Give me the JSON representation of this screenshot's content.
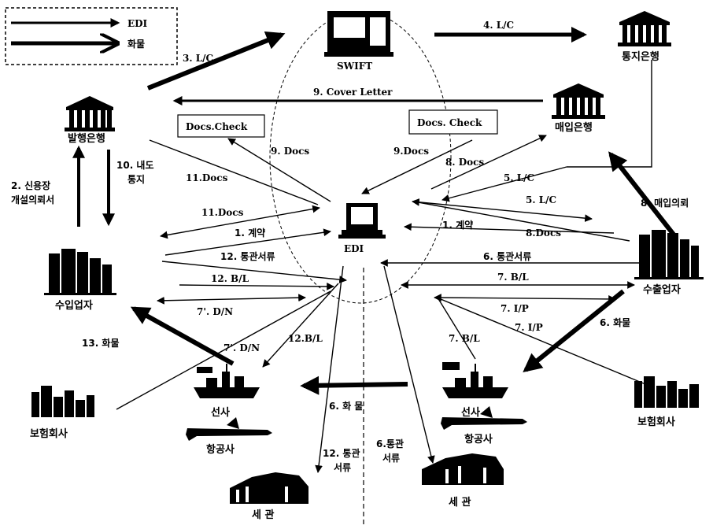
{
  "legend": {
    "edi": "EDI",
    "goods": "화물"
  },
  "nodes": {
    "swift": "SWIFT",
    "advising_bank": "통지은행",
    "issuing_bank": "발행은행",
    "negotiating_bank": "매입은행",
    "edi": "EDI",
    "importer": "수입업자",
    "exporter": "수출업자",
    "insurer_left": "보험회사",
    "insurer_right": "보험회사",
    "carrier_left": "선사",
    "airline_left": "항공사",
    "carrier_right": "선사",
    "airline_right": "항공사",
    "customs_left": "세 관",
    "customs_right": "세 관"
  },
  "boxes": {
    "docs_check_left": "Docs.Check",
    "docs_check_right": "Docs. Check"
  },
  "labels": {
    "l1_lc_open_a": "2. 신용장",
    "l1_lc_open_b": "개설의뢰서",
    "l2_notice_a": "10. 내도",
    "l2_notice_b": "통지",
    "l3_lc": "3. L/C",
    "l4_lc": "4. L/C",
    "l5_lc_a": "5. L/C",
    "l5_lc_b": "5. L/C",
    "l6_goods": "6. 화물",
    "l6_customs_docs": "6. 통관서류",
    "l6_customs_a": "6.통관",
    "l6_customs_b": "서류",
    "l7_bl": "7. B/L",
    "l7_bl2": "7. B/L",
    "l7_ip": "7. I/P",
    "l7_ip2": "7. I/P",
    "l7_dn": "7'. D/N",
    "l7_dn2": "7'. D/N",
    "l8_nego": "8. 매입의뢰",
    "l8_docs": "8. Docs",
    "l8_docs2": "8.Docs",
    "l9_cover": "9. Cover Letter",
    "l9_docs_left": "9. Docs",
    "l9_docs_right": "9.Docs",
    "l11_docs": "11.Docs",
    "l11_docs2": "11.Docs",
    "l12_customs": "12. 통관서류",
    "l12_bl": "12. B/L",
    "l12_bl2": "12.B/L",
    "l12_customs2_a": "12. 통관",
    "l12_customs2_b": "서류",
    "l13_goods": "13. 화물",
    "l6_goods_mid": "6. 화 물",
    "contract_left": "1. 계약",
    "contract_right": "1. 계약"
  }
}
